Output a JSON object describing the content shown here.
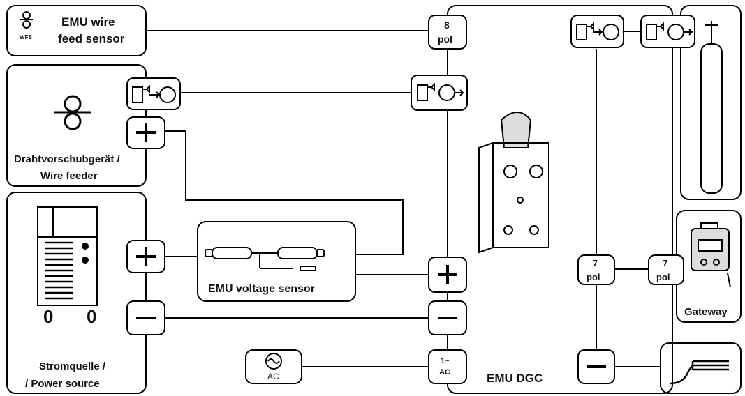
{
  "wfs": {
    "badge": "WFS",
    "line1": "EMU wire",
    "line2": "feed sensor"
  },
  "wire_feeder": {
    "line1": "Drahtvorschubgerät /",
    "line2": "Wire feeder"
  },
  "power_source": {
    "line1": "Stromquelle /",
    "line2": "/ Power source"
  },
  "voltage_sensor": {
    "label": "EMU voltage sensor"
  },
  "dgc": {
    "label": "EMU DGC",
    "pol8_num": "8",
    "pol8_unit": "pol",
    "ac_top": "1~",
    "ac_bottom": "AC"
  },
  "ac_source": {
    "label": "AC"
  },
  "gateway": {
    "label": "Gateway",
    "left_num": "7",
    "left_unit": "pol",
    "right_num": "7",
    "right_unit": "pol"
  }
}
